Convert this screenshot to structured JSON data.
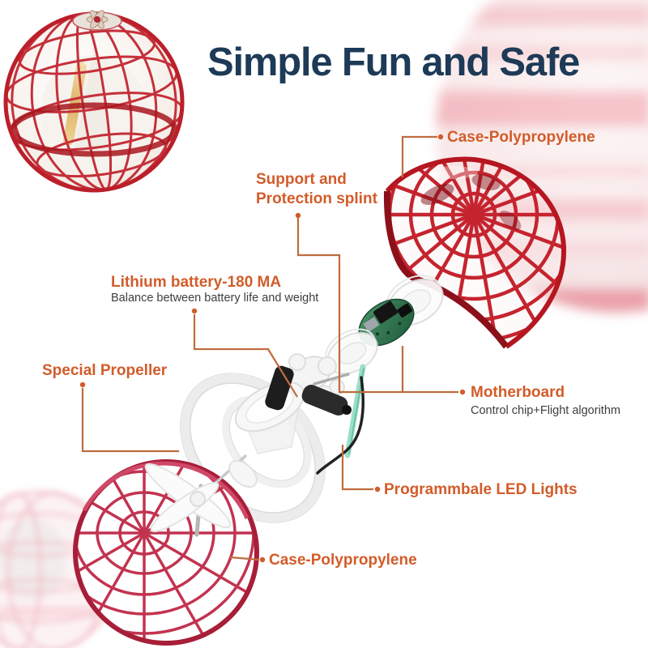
{
  "title": "Simple Fun and Safe",
  "colors": {
    "accent": "#d25c2a",
    "leader": "#bf6c3e",
    "title": "#1d3a57",
    "subtitle": "#3e3e3e",
    "case_red": "#c1272d",
    "pcb_green": "#2f7a50",
    "led_teal": "#9adfc9"
  },
  "labels": {
    "case_top": {
      "text": "Case-Polypropylene"
    },
    "support": {
      "text": "Support and Protection splint"
    },
    "lithium": {
      "text": "Lithium battery-180 MA",
      "sub": "Balance between battery life and weight"
    },
    "propeller": {
      "text": "Special Propeller"
    },
    "motherboard": {
      "text": "Motherboard",
      "sub": "Control chip+Flight algorithm"
    },
    "led": {
      "text": "Programmbale LED Lights"
    },
    "case_bottom": {
      "text": "Case-Polypropylene"
    }
  }
}
